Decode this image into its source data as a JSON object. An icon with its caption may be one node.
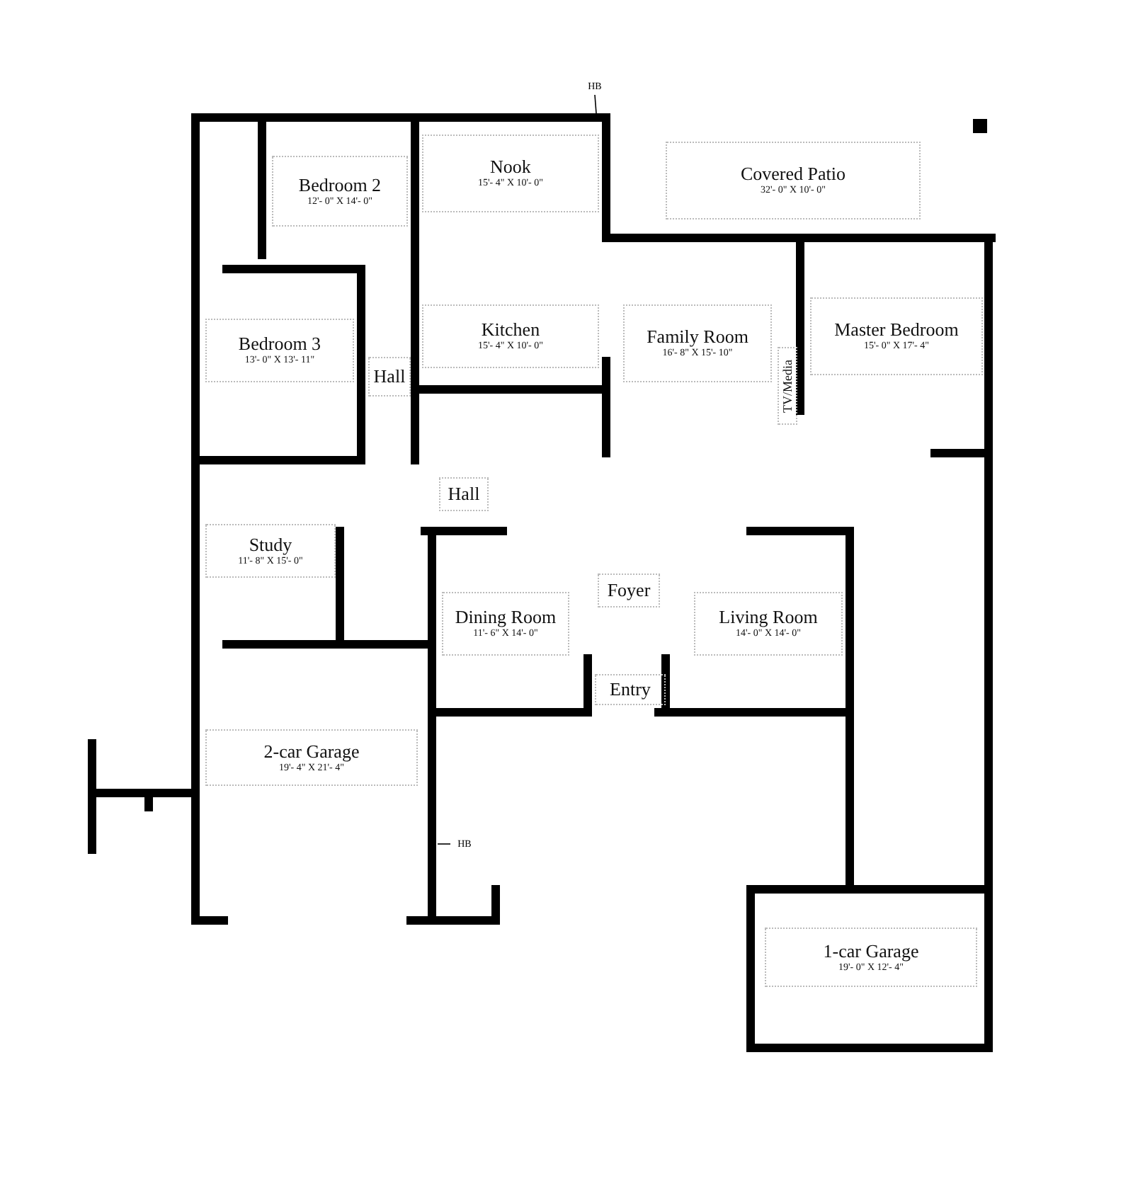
{
  "diagram": {
    "nodes": [
      {
        "text": [
          "Nook",
          "15'- 4\" X 10'- 0\""
        ]
      },
      {
        "text": [
          "Covered Patio",
          "32'- 0\" X 10'- 0\""
        ]
      },
      {
        "text": [
          "Bedroom 2",
          "12'- 0\" X 14'- 0\""
        ]
      },
      {
        "text": [
          "Kitchen",
          "15'- 4\" X 10'- 0\""
        ]
      },
      {
        "text": [
          "Family Room",
          "16'- 8\" X 15'- 10\""
        ]
      },
      {
        "text": [
          "TV/Media"
        ]
      },
      {
        "text": [
          "Master Bedroom",
          "15'- 0\" X 17'- 4\""
        ]
      },
      {
        "text": [
          "Bedroom 3",
          "13'- 0\" X 13'- 11\""
        ]
      },
      {
        "text": [
          "Hall"
        ]
      },
      {
        "text": [
          "Hall"
        ]
      },
      {
        "text": [
          "Study",
          "11'- 8\" X 15'- 0\""
        ]
      },
      {
        "text": [
          "Dining Room",
          "11'- 6\" X 14'- 0\""
        ]
      },
      {
        "text": [
          "Foyer"
        ]
      },
      {
        "text": [
          "Living Room",
          "14'- 0\" X 14'- 0\""
        ]
      },
      {
        "text": [
          "Entry"
        ]
      },
      {
        "text": [
          "2-car Garage",
          "19'- 4\" X 21'- 4\""
        ]
      },
      {
        "text": [
          "1-car Garage",
          "19'- 0\" X 12'- 4\""
        ]
      },
      {
        "text": [
          "HB"
        ]
      },
      {
        "text": [
          "HB"
        ]
      }
    ],
    "edges": [
      {
        "from": 17,
        "to": null,
        "arrow": "none"
      },
      {
        "from": 18,
        "to": null,
        "arrow": "none"
      }
    ]
  }
}
